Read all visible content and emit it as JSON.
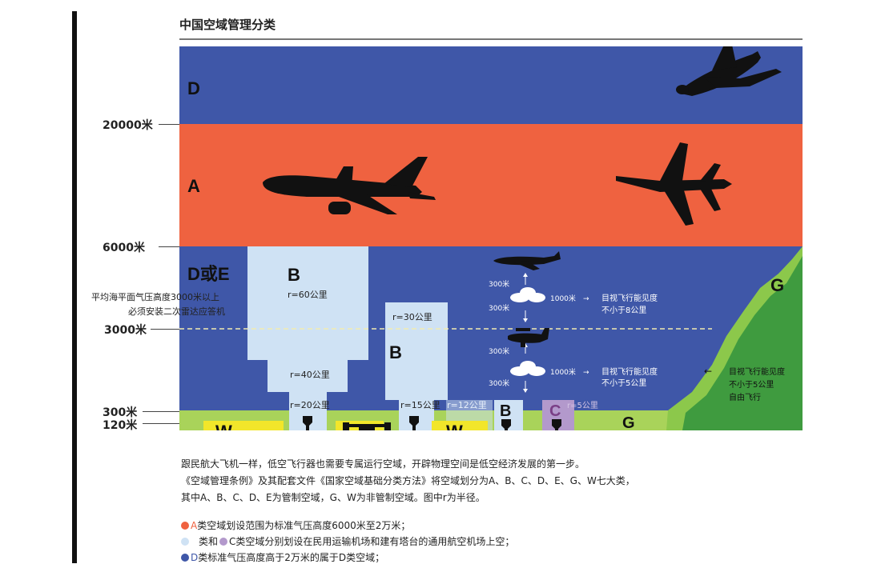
{
  "title": "中国空域管理分类",
  "colors": {
    "class_d": "#3f57a8",
    "class_a": "#ef6240",
    "class_b": "#cfe2f4",
    "class_g": "#3f9b3f",
    "class_g_edge": "#8cc84b",
    "class_w": "#f2e62a",
    "ground": "#a9d35a",
    "class_c": "#b399cc"
  },
  "altitudes": {
    "a20000": "20000米",
    "a6000": "6000米",
    "a3000": "3000米",
    "a300": "300米",
    "a120": "120米"
  },
  "left_note": {
    "line1": "平均海平面气压高度3000米以上",
    "line2": "必须安装二次雷达应答机"
  },
  "zones": {
    "d_top": "D",
    "a": "A",
    "d_e": "D或E",
    "g_right": "G",
    "b_large": "B",
    "b_large_r60": "r=60公里",
    "b_large_r40": "r=40公里",
    "b_large_r20": "r=20公里",
    "b_mid": "B",
    "b_mid_r30": "r=30公里",
    "b_mid_r15": "r=15公里",
    "r12": "r=12公里",
    "b_small": "B",
    "c": "C",
    "c_r": "r=5公里",
    "w1": "W",
    "w2": "W",
    "g_bottom": "G"
  },
  "visual_rules": {
    "upper_sep_top": "300米",
    "upper_sep_bottom": "300米",
    "upper_visibility": "1000米",
    "upper_vis_text": "目视飞行能见度",
    "upper_vis_text2": "不小于8公里",
    "lower_sep_top": "300米",
    "lower_sep_bottom": "300米",
    "lower_visibility": "1000米",
    "lower_vis_text": "目视飞行能见度",
    "lower_vis_text2": "不小于5公里",
    "g_note1": "目视飞行能见度",
    "g_note2": "不小于5公里",
    "g_note3": "自由飞行"
  },
  "icons": {
    "shuttle": "space-shuttle-icon",
    "airliner": "airliner-icon",
    "fighter": "fighter-jet-icon",
    "business_jet": "business-jet-icon",
    "small_plane": "small-plane-icon",
    "cloud": "cloud-icon",
    "tower": "control-tower-icon",
    "drone": "drone-icon"
  },
  "paragraph": {
    "line1": "跟民航大飞机一样，低空飞行器也需要专属运行空域，开辟物理空间是低空经济发展的第一步。",
    "line2": "《空域管理条例》及其配套文件《国家空域基础分类方法》将空域划分为A、B、C、D、E、G、W七大类，",
    "line3": "其中A、B、C、D、E为管制空域，G、W为非管制空域。图中r为半径。"
  },
  "bullets": {
    "a_letter": "A",
    "a_text": "类空域划设范围为标准气压高度6000米至2万米；",
    "bc_text1": "类和",
    "bc_text2": "C类空域分别划设在民用运输机场和建有塔台的通用航空机场上空；",
    "d_letter": "D",
    "d_text": "类标准气压高度高于2万米的属于D类空域；"
  }
}
